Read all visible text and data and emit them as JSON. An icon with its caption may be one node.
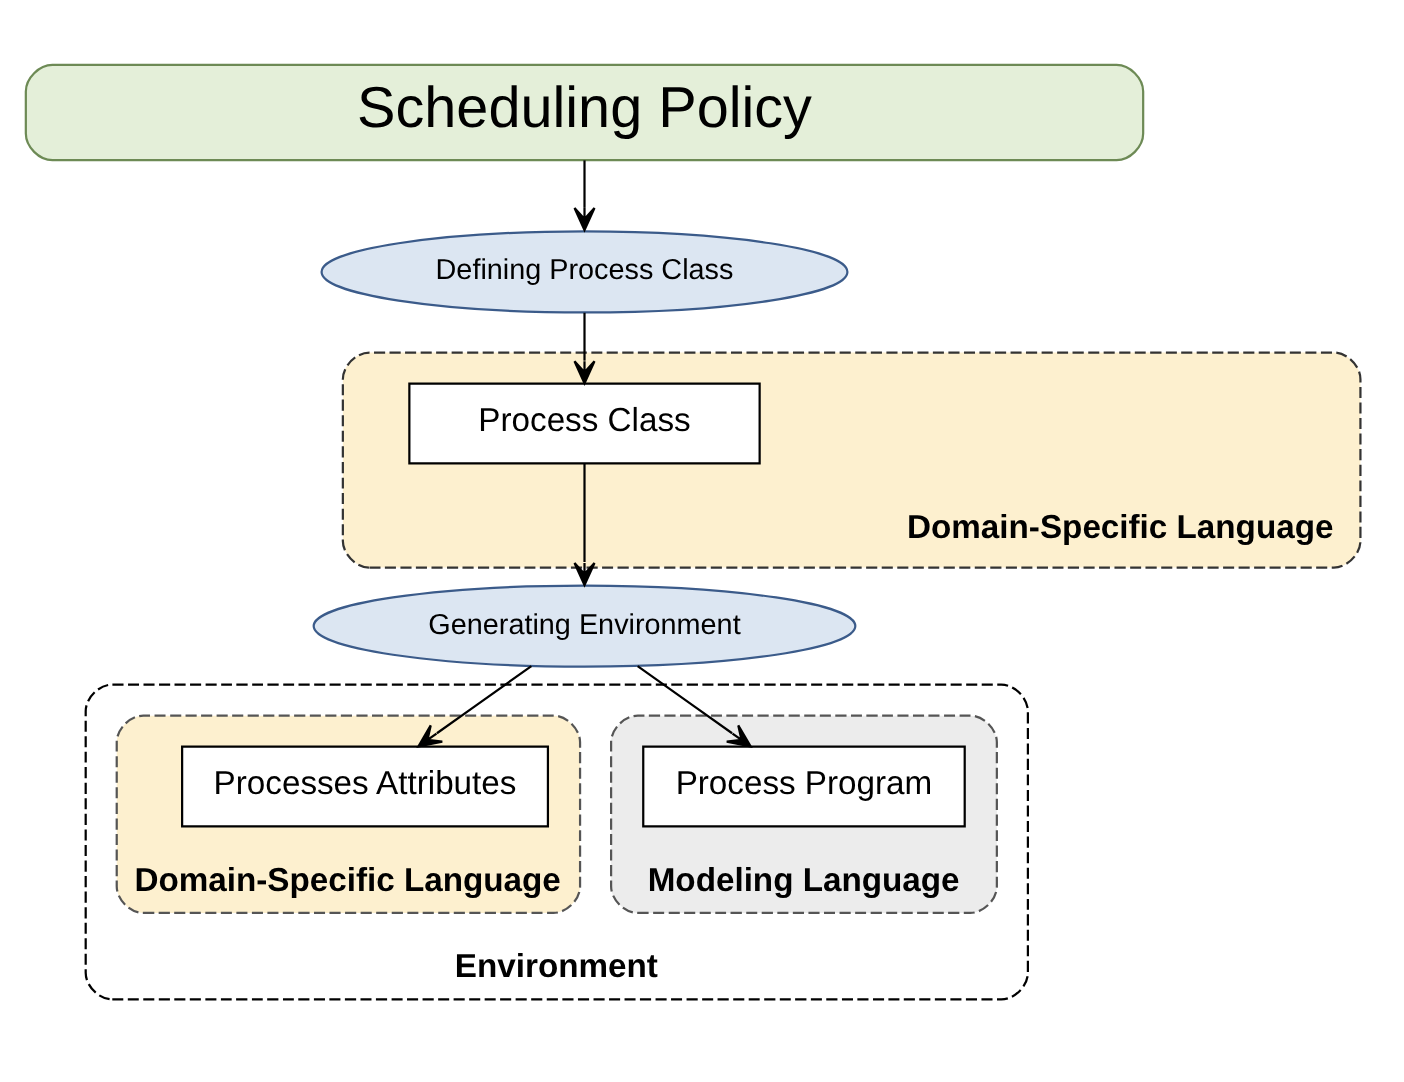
{
  "diagram": {
    "nodes": [
      {
        "text": [
          "Scheduling Policy"
        ]
      },
      {
        "text": [
          "Defining Process Class"
        ]
      },
      {
        "text": [
          "Domain-Specific Language"
        ]
      },
      {
        "text": [
          "Process Class"
        ],
        "in": 2
      },
      {
        "text": [
          "Generating Environment"
        ]
      },
      {
        "text": [
          "Environment"
        ]
      },
      {
        "text": [
          "Modeling Language"
        ],
        "in": 5
      },
      {
        "text": [
          "Process Program"
        ],
        "in": 6
      },
      {
        "text": [
          "Domain-Specific Language"
        ],
        "in": 5
      },
      {
        "text": [
          "Processes Attributes"
        ],
        "in": 8
      }
    ],
    "edges": [
      {
        "from": 0,
        "to": 1,
        "arrow": "to"
      },
      {
        "from": 1,
        "to": 3,
        "arrow": "to"
      },
      {
        "from": 3,
        "to": 4,
        "arrow": "to"
      },
      {
        "from": 4,
        "to": 7,
        "arrow": "to"
      },
      {
        "from": 4,
        "to": 9,
        "arrow": "to"
      }
    ]
  }
}
